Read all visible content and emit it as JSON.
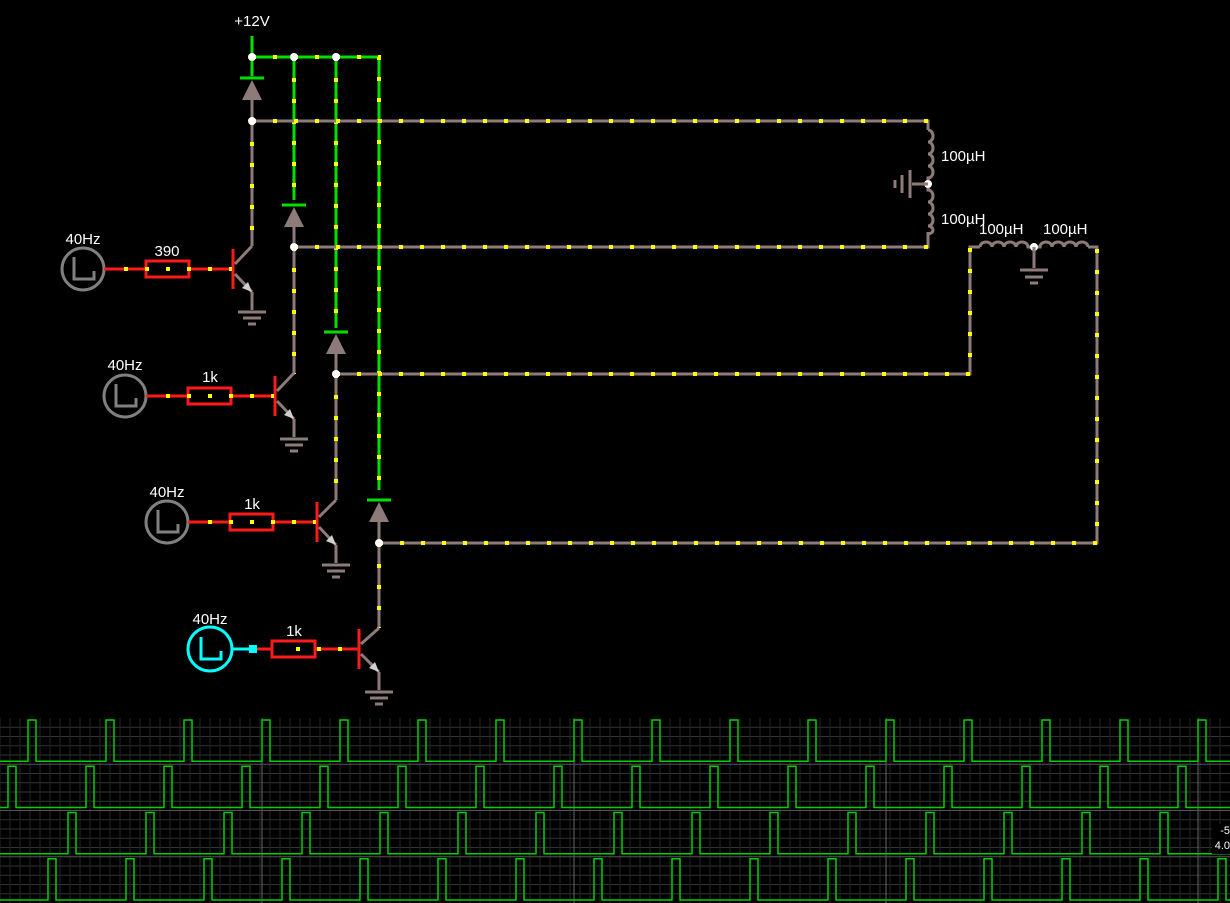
{
  "supply": {
    "label": "+12V"
  },
  "sources": [
    {
      "freq": "40Hz",
      "resistor": "390",
      "selected": false
    },
    {
      "freq": "40Hz",
      "resistor": "1k",
      "selected": false
    },
    {
      "freq": "40Hz",
      "resistor": "1k",
      "selected": false
    },
    {
      "freq": "40Hz",
      "resistor": "1k",
      "selected": true
    }
  ],
  "inductors": [
    {
      "label": "100µH"
    },
    {
      "label": "100µH"
    },
    {
      "label": "100µH"
    },
    {
      "label": "100µH"
    }
  ],
  "scope": {
    "readout_line1": "-5",
    "readout_line2": "4.0",
    "trace_color": "#00d000",
    "grid_color": "#333333"
  },
  "colors": {
    "live_wire": "#00e000",
    "mid_wire": "#8c7b78",
    "drive_wire": "#ff1a1a",
    "current_dots": "#ffff00",
    "selected": "#00ffff"
  }
}
